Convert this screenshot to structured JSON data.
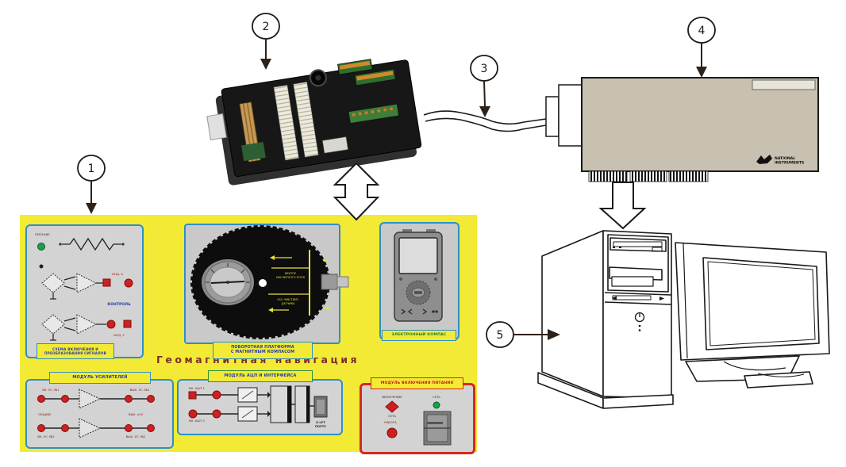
{
  "callouts": {
    "n1": "1",
    "n2": "2",
    "n3": "3",
    "n4": "4",
    "n5": "5"
  },
  "daq_card": {
    "logo_line1": "NATIONAL",
    "logo_line2": "INSTRUMENTS"
  },
  "bench": {
    "title": "Геомагнитная навигация",
    "panel_sensors": {
      "power_label": "ПИТАНИЕ",
      "ind_x_label": "ИНД. X",
      "ind_y_label": "ИНД. Y",
      "control_label": "КОНТРОЛЬ",
      "caption_line1": "СХЕМА ВКЛЮЧЕНИЯ И",
      "caption_line2": "ПРЕОБРАЗОВАНИЯ СИГНАЛОВ"
    },
    "panel_platform": {
      "mark_top_line1": "ВЕКТОР",
      "mark_top_line2": "МАГНИТНОГО ПОЛЯ",
      "mark_bottom_line1": "ОСЬ ЧУВСТВИТ.",
      "mark_bottom_line2": "ДАТЧИКА",
      "caption_line1": "ПОВОРОТНАЯ ПЛАТФОРМА",
      "caption_line2": "С МАГНИТНЫМ КОМПАСОМ"
    },
    "panel_compass": {
      "caption": "ЭЛЕКТРОННЫЙ КОМПАС"
    },
    "panel_amplifiers": {
      "title": "МОДУЛЬ УСИЛИТЕЛЕЙ",
      "in1_label": "ВХ. УС. №1",
      "in2_label": "ВХ. УС. №2",
      "out1_label": "ВЫХ. УС. №1",
      "out2_label": "ВЫХ. УС. №2",
      "common_label": "ОБЩИЙ",
      "gain_label": "ВЫХ. х10"
    },
    "panel_adc": {
      "title": "МОДУЛЬ АЦП И ИНТЕРФЕЙСА",
      "in1_label": "ВХ. АЦП 1",
      "in2_label": "ВХ. АЦП 2",
      "port_line1": "К LPT",
      "port_line2": "ПОРТУ"
    },
    "panel_power": {
      "title": "МОДУЛЬ ВКЛЮЧЕНИЯ ПИТАНИЯ",
      "net_label": "ВКЛЮЧЕНИЕ",
      "set_label": "СЕТЬ",
      "work_label": "РАБОТА",
      "right_label": "СЕТЬ"
    }
  }
}
